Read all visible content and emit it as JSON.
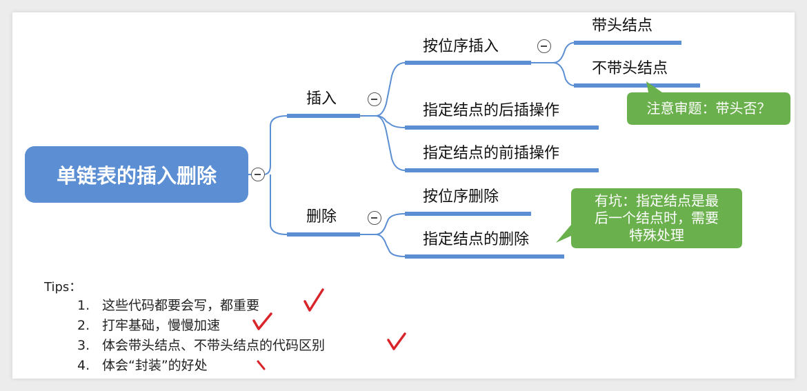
{
  "mindmap": {
    "root": "单链表的插入删除",
    "insert": {
      "label": "插入",
      "by_position": {
        "label": "按位序插入",
        "children": [
          "带头结点",
          "不带头结点"
        ]
      },
      "after_node": "指定结点的后插操作",
      "before_node": "指定结点的前插操作"
    },
    "delete": {
      "label": "删除",
      "by_position": "按位序删除",
      "node": "指定结点的删除"
    }
  },
  "callouts": {
    "head_note": "注意审题：带头否？",
    "delete_note": [
      "有坑：指定结点是最",
      "后一个结点时，需要",
      "特殊处理"
    ]
  },
  "tips": {
    "title": "Tips：",
    "items": [
      {
        "num": "1.",
        "text": "这些代码都要会写，都重要"
      },
      {
        "num": "2.",
        "text": "打牢基础，慢慢加速"
      },
      {
        "num": "3.",
        "text": "体会带头结点、不带头结点的代码区别"
      },
      {
        "num": "4.",
        "text": "体会“封装”的好处"
      }
    ]
  },
  "colors": {
    "branch": "#5b8ed3",
    "callout": "#6ab04c",
    "check": "#d9242a"
  }
}
